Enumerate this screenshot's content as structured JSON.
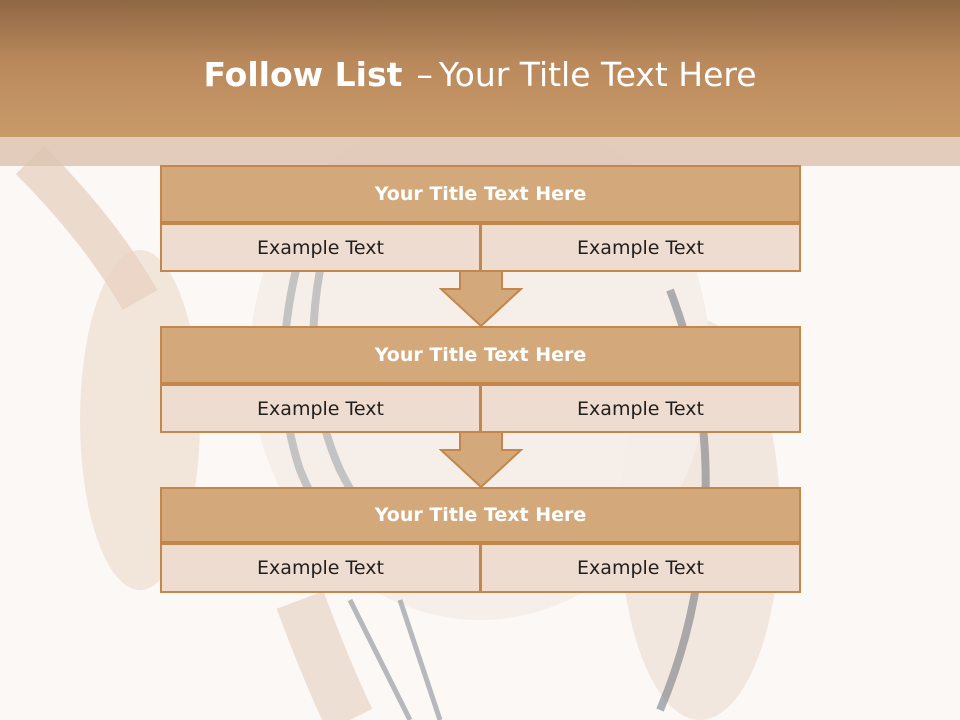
{
  "slide": {
    "title_bold": "Follow List",
    "title_sep": "–",
    "title_rest": "Your Title Text Here"
  },
  "blocks": [
    {
      "title": "Your Title Text Here",
      "left": "Example Text",
      "right": "Example Text"
    },
    {
      "title": "Your Title Text Here",
      "left": "Example Text",
      "right": "Example Text"
    },
    {
      "title": "Your Title Text Here",
      "left": "Example Text",
      "right": "Example Text"
    }
  ],
  "colors": {
    "header": "#c99a69",
    "block_title_fill": "#d3a97c",
    "block_border": "#c4864b",
    "cell_fill": "#eedcd0",
    "arrow_fill": "#d3a97c"
  },
  "icons": {
    "arrow": "down-arrow-icon"
  }
}
